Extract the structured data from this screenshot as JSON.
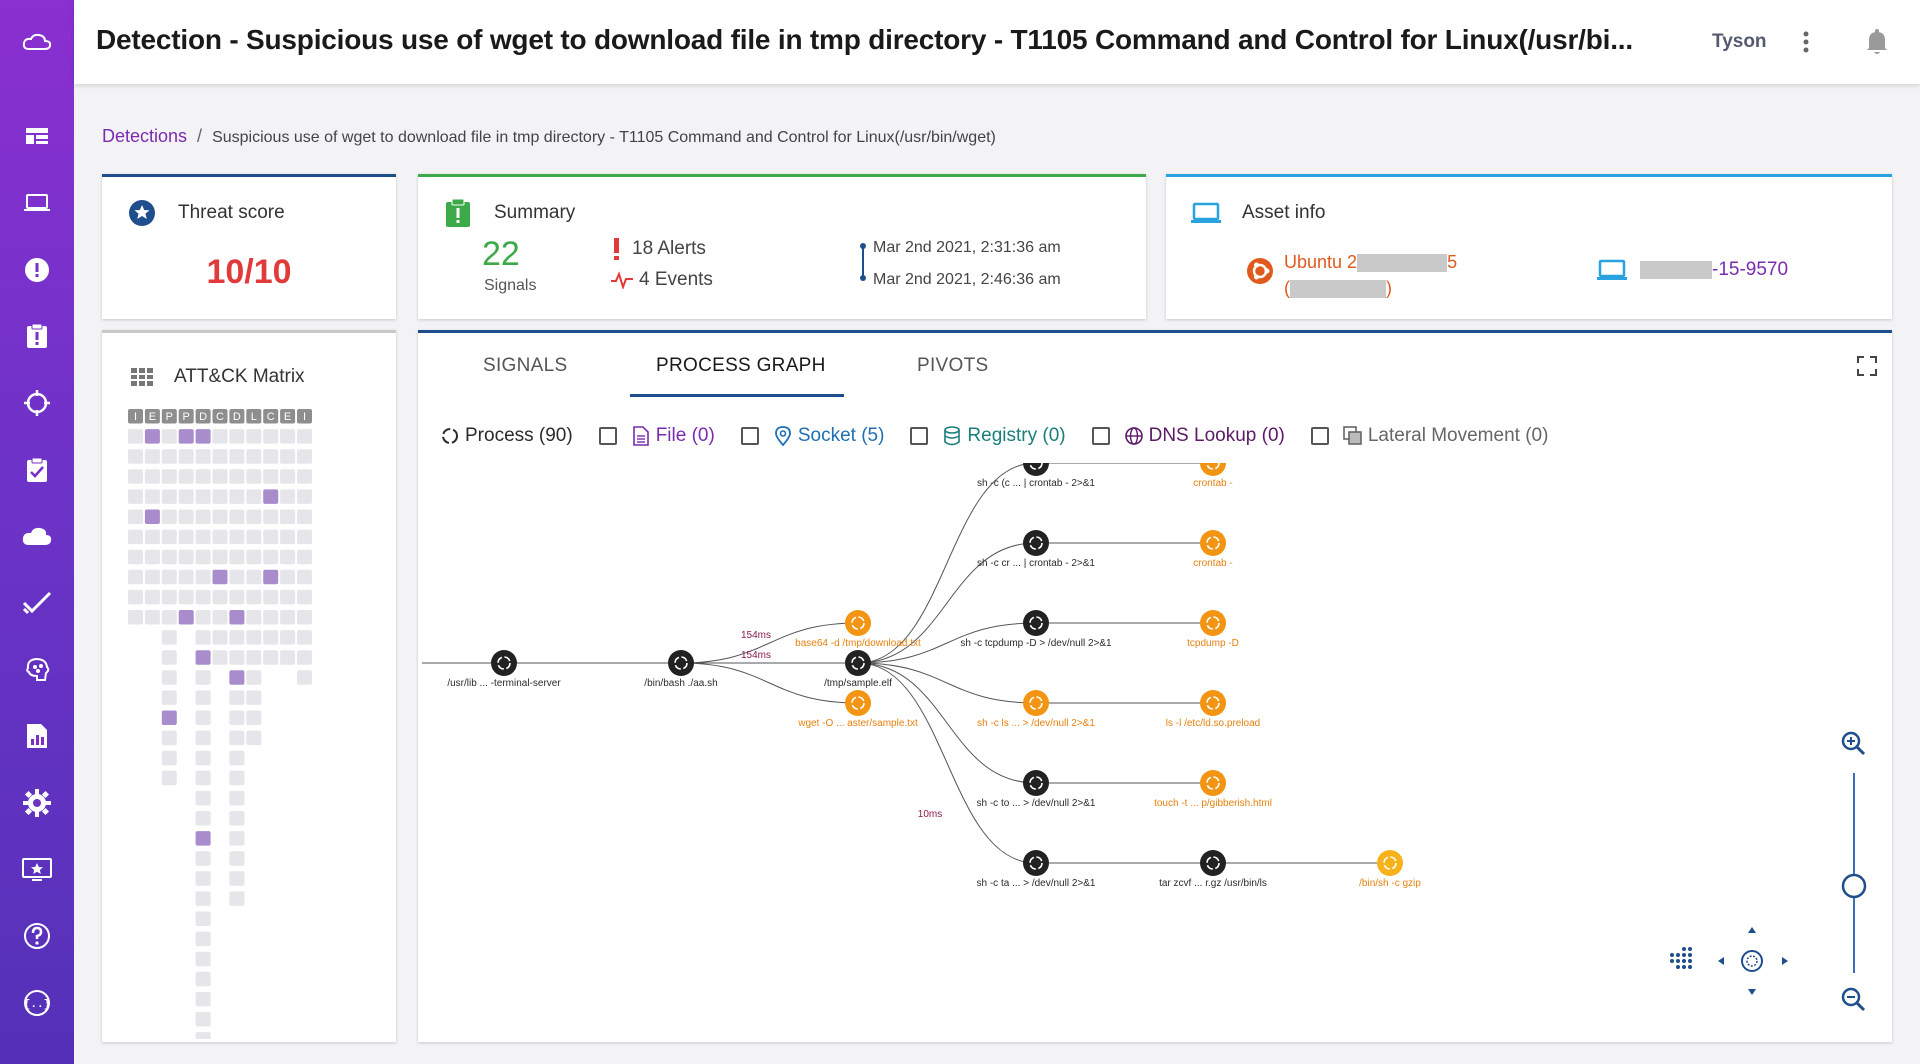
{
  "app": {
    "title": "Detection - Suspicious use of wget to download file in tmp directory - T1105 Command and Control for Linux(/usr/bi...",
    "user": "Tyson"
  },
  "sidebar": {
    "icons": [
      "cloud-logo-icon",
      "dashboard-icon",
      "laptop-icon",
      "alert-icon",
      "clipboard-alert-icon",
      "crosshair-icon",
      "clipboard-check-icon",
      "cloud-icon",
      "checkmark-icon",
      "brain-icon",
      "report-icon",
      "gear-icon",
      "monitor-star-icon",
      "help-icon",
      "api-icon"
    ]
  },
  "breadcrumb": {
    "root": "Detections",
    "separator": "/",
    "current": "Suspicious use of wget to download file in tmp directory - T1105 Command and Control for Linux(/usr/bin/wget)"
  },
  "threat": {
    "title": "Threat score",
    "score": "10/10"
  },
  "summary": {
    "title": "Summary",
    "signals_count": "22",
    "signals_label": "Signals",
    "alerts": "18 Alerts",
    "events": "4 Events",
    "start_time": "Mar 2nd 2021, 2:31:36 am",
    "end_time": "Mar 2nd 2021, 2:46:36 am"
  },
  "asset": {
    "title": "Asset info",
    "os_line1": "Ubuntu 2",
    "os_line1_end": "5",
    "os_line2_open": "(",
    "os_line2_close": ")",
    "host_suffix": "-15-9570"
  },
  "attack": {
    "title": "ATT&CK Matrix",
    "tactics": [
      "I",
      "E",
      "P",
      "P",
      "D",
      "C",
      "D",
      "L",
      "C",
      "E",
      "I"
    ],
    "columns": [
      {
        "cells": 10,
        "filled": []
      },
      {
        "cells": 10,
        "filled": [
          0,
          4
        ]
      },
      {
        "cells": 18,
        "filled": [
          14
        ]
      },
      {
        "cells": 10,
        "filled": [
          0,
          9,
          10
        ]
      },
      {
        "cells": 32,
        "filled": [
          0,
          11,
          20
        ]
      },
      {
        "cells": 12,
        "filled": [
          7
        ]
      },
      {
        "cells": 24,
        "filled": [
          9,
          12
        ]
      },
      {
        "cells": 16,
        "filled": []
      },
      {
        "cells": 12,
        "filled": [
          3,
          7
        ]
      },
      {
        "cells": 12,
        "filled": []
      },
      {
        "cells": 13,
        "filled": []
      }
    ]
  },
  "tabs": [
    {
      "label": "SIGNALS"
    },
    {
      "label": "PROCESS GRAPH"
    },
    {
      "label": "PIVOTS"
    }
  ],
  "filters": [
    {
      "label": "Process (90)",
      "color": "#2b2b2b",
      "icon": "process-icon",
      "checkbox": false
    },
    {
      "label": "File (0)",
      "color": "#7a2bb0",
      "icon": "file-icon",
      "checkbox": true
    },
    {
      "label": "Socket (5)",
      "color": "#1f6fb3",
      "icon": "location-pin-icon",
      "checkbox": true
    },
    {
      "label": "Registry (0)",
      "color": "#1a7f7a",
      "icon": "database-icon",
      "checkbox": true
    },
    {
      "label": "DNS Lookup (0)",
      "color": "#5b1a66",
      "icon": "globe-icon",
      "checkbox": true
    },
    {
      "label": "Lateral Movement (0)",
      "color": "#666666",
      "icon": "copy-icon",
      "checkbox": true
    }
  ],
  "graph": {
    "colors": {
      "dark": "#222222",
      "orange": "#f39512",
      "label_dark": "#2b2b2b",
      "label_orange": "#e8800c",
      "time_label": "#8b1a4a"
    },
    "nodes": [
      {
        "id": "n0",
        "label": "/usr/lib ... -terminal-server",
        "type": "dark"
      },
      {
        "id": "n1",
        "label": "/bin/bash ./aa.sh",
        "type": "dark"
      },
      {
        "id": "n2",
        "label": "/tmp/sample.elf",
        "type": "dark"
      },
      {
        "id": "n3",
        "label": "base64 -d /tmp/download.txt",
        "type": "orange"
      },
      {
        "id": "n4",
        "label": "wget -O ... aster/sample.txt",
        "type": "orange"
      },
      {
        "id": "n5",
        "label": "sh -c (c ... | crontab - 2>&1",
        "type": "dark"
      },
      {
        "id": "n6",
        "label": "sh -c cr ... | crontab - 2>&1",
        "type": "dark"
      },
      {
        "id": "n7",
        "label": "sh -c tcpdump -D > /dev/null 2>&1",
        "type": "dark"
      },
      {
        "id": "n8",
        "label": "sh -c ls ... > /dev/null 2>&1",
        "type": "orange"
      },
      {
        "id": "n9",
        "label": "sh -c to ... > /dev/null 2>&1",
        "type": "dark"
      },
      {
        "id": "n10",
        "label": "sh -c ta ... > /dev/null 2>&1",
        "type": "dark"
      },
      {
        "id": "n11",
        "label": "crontab -",
        "type": "orange"
      },
      {
        "id": "n12",
        "label": "crontab -",
        "type": "orange"
      },
      {
        "id": "n13",
        "label": "tcpdump -D",
        "type": "orange"
      },
      {
        "id": "n14",
        "label": "ls -l /etc/ld.so.preload",
        "type": "orange"
      },
      {
        "id": "n15",
        "label": "touch -t ... p/gibberish.html",
        "type": "orange"
      },
      {
        "id": "n16",
        "label": "tar zcvf ... r.gz /usr/bin/ls",
        "type": "dark"
      },
      {
        "id": "n17",
        "label": "/bin/sh -c gzip",
        "type": "yellow"
      }
    ],
    "edge_labels": [
      "154ms",
      "154ms",
      "10ms"
    ]
  }
}
